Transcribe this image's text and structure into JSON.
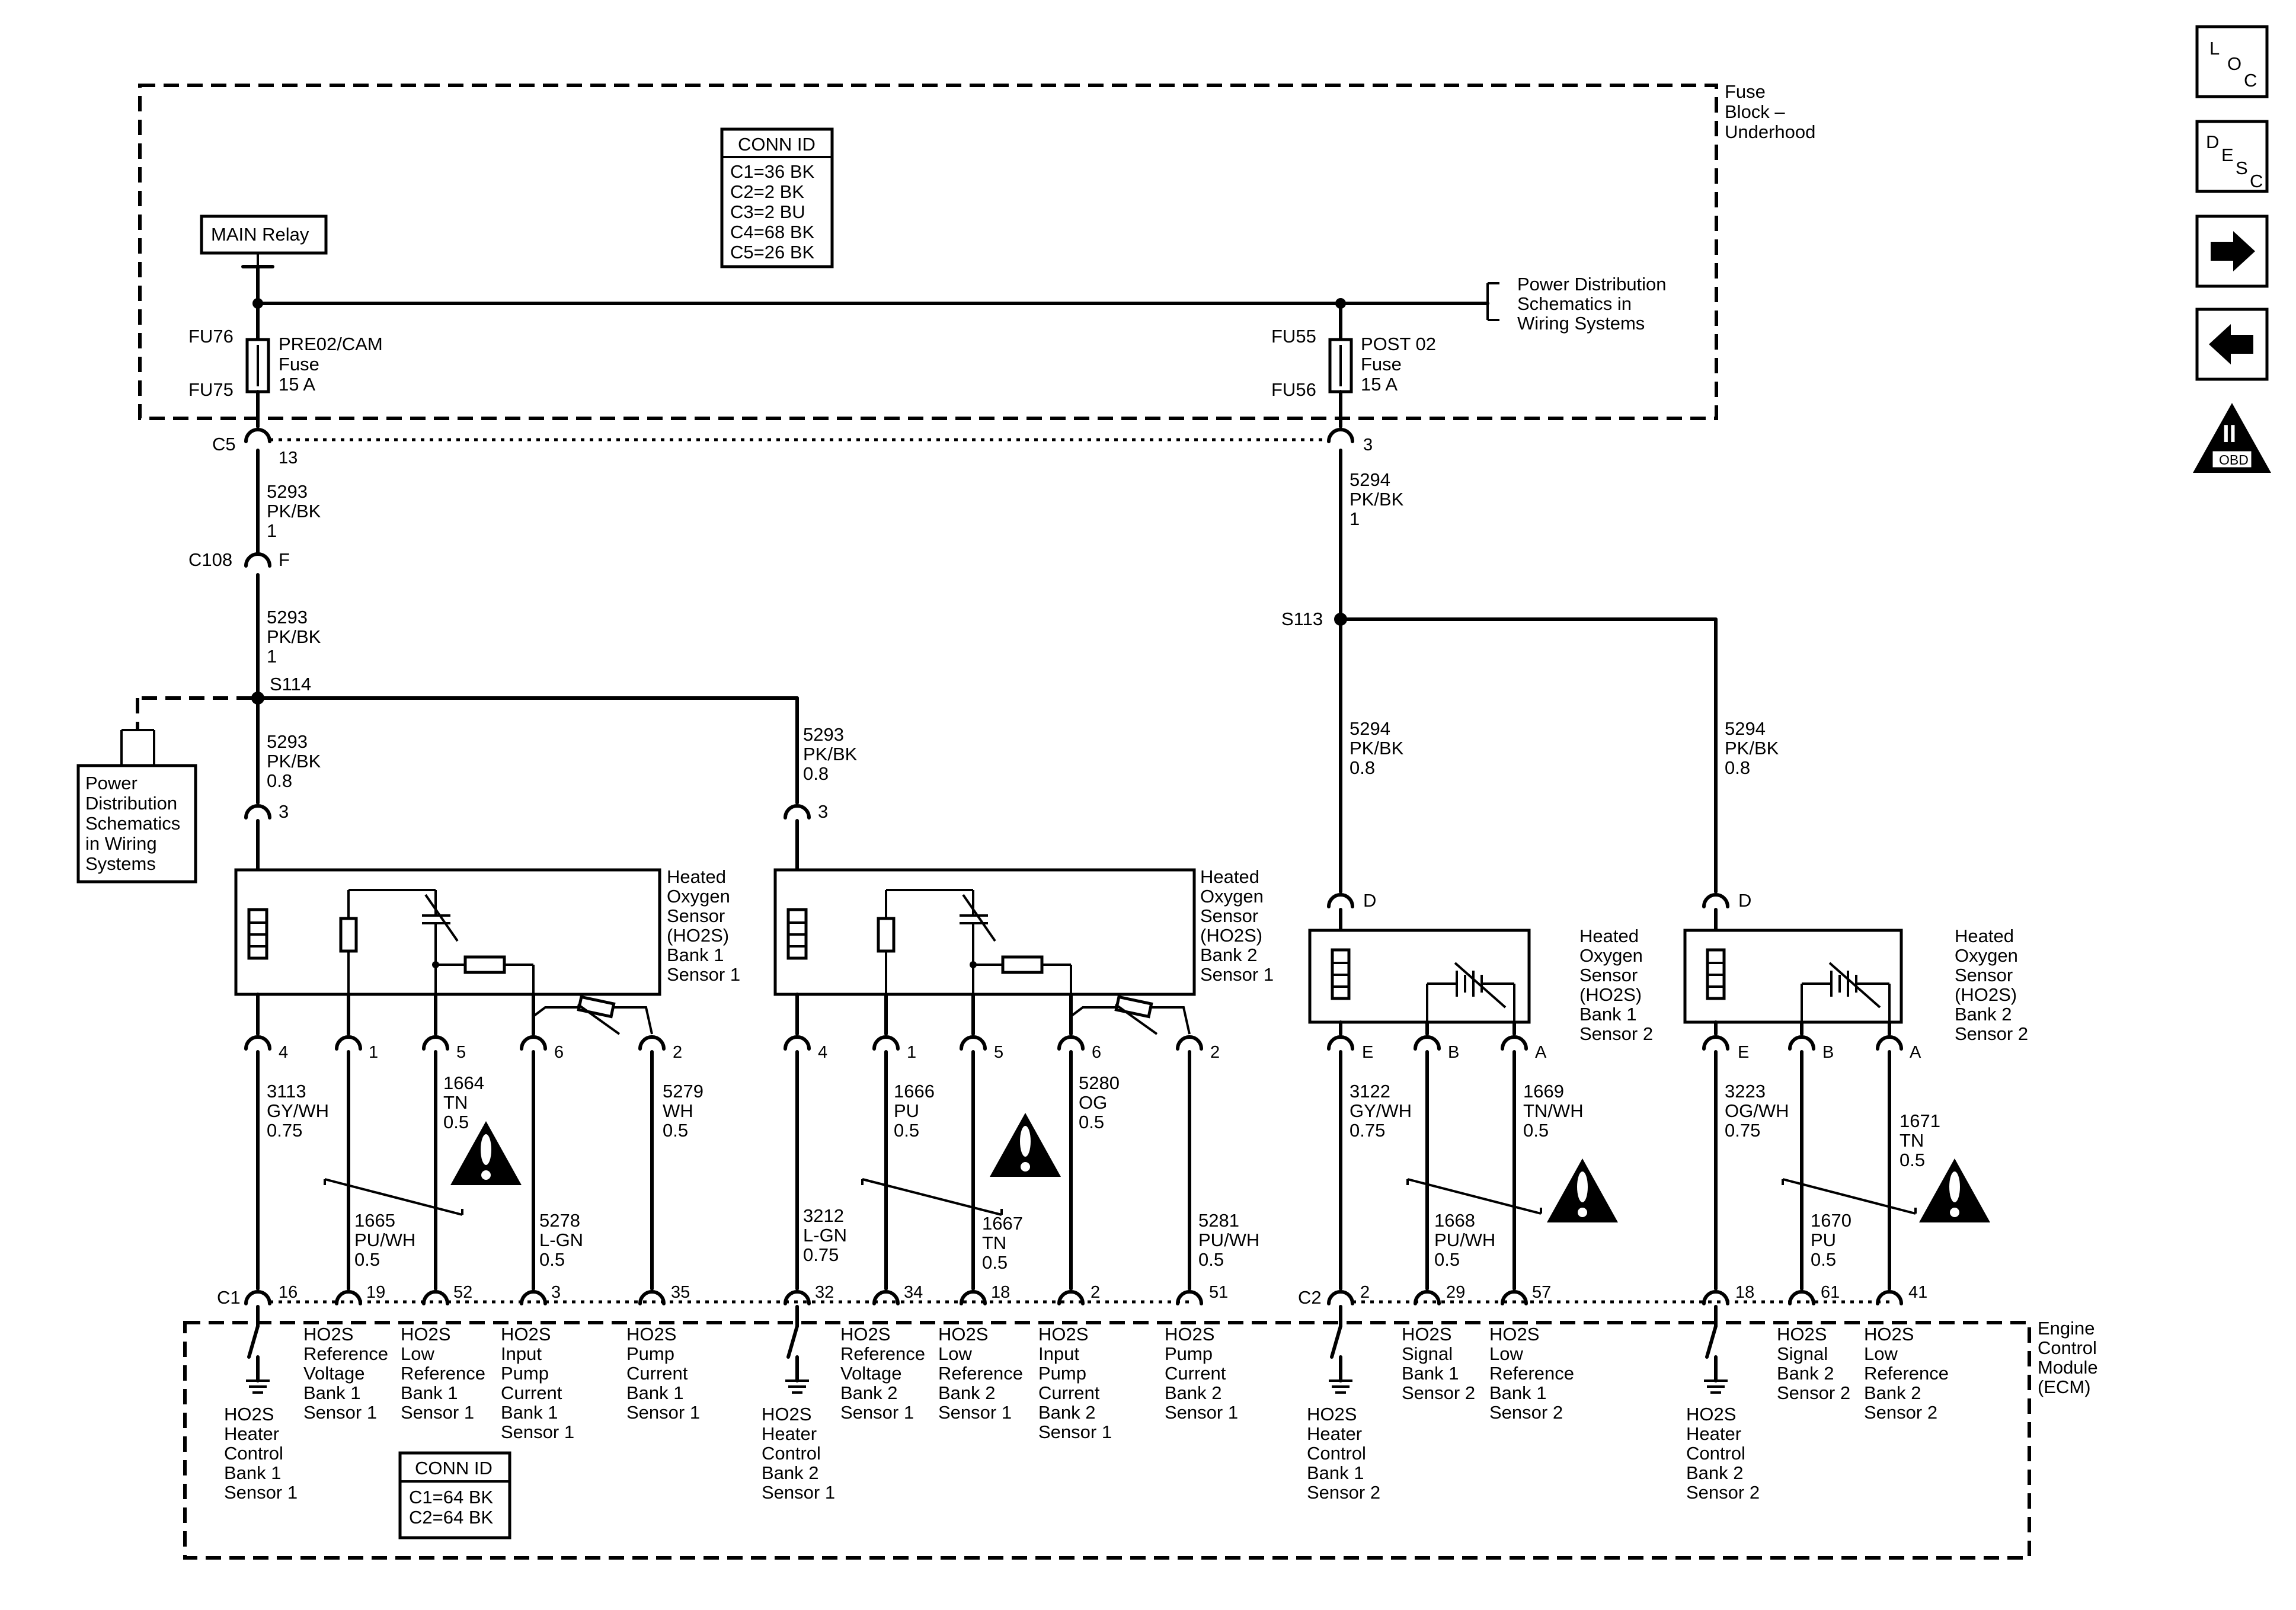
{
  "fuse_block": {
    "label_lines": [
      "Fuse",
      "Block –",
      "Underhood"
    ],
    "conn_title": "CONN ID",
    "conn_lines": [
      "C1=36 BK",
      "C2=2 BK",
      "C3=2 BU",
      "C4=68 BK",
      "C5=26 BK"
    ],
    "main_relay": "MAIN Relay",
    "fuse_left": {
      "ref_top": "FU76",
      "ref_bottom": "FU75",
      "lines": [
        "PRE02/CAM",
        "Fuse",
        "15 A"
      ]
    },
    "fuse_right": {
      "ref_top": "FU55",
      "ref_bottom": "FU56",
      "lines": [
        "POST 02",
        "Fuse",
        "15 A"
      ]
    },
    "pds_ref": [
      "Power Distribution",
      "Schematics in",
      "Wiring Systems"
    ]
  },
  "connectors": {
    "c5": "C5",
    "c5_left_pin": "13",
    "c5_right_pin": "3",
    "c108": "C108",
    "c108_pin": "F",
    "s114": "S114",
    "s113": "S113"
  },
  "wires_upper": {
    "left_1": [
      "5293",
      "PK/BK",
      "1"
    ],
    "left_2": [
      "5293",
      "PK/BK",
      "1"
    ],
    "left_3": [
      "5293",
      "PK/BK",
      "0.8"
    ],
    "mid_1": [
      "5293",
      "PK/BK",
      "0.8"
    ],
    "right_1": [
      "5294",
      "PK/BK",
      "1"
    ],
    "right_2": [
      "5294",
      "PK/BK",
      "0.8"
    ],
    "right_3": [
      "5294",
      "PK/BK",
      "0.8"
    ]
  },
  "pds_box_left": [
    "Power",
    "Distribution",
    "Schematics",
    "in Wiring",
    "Systems"
  ],
  "sensors": [
    {
      "label": [
        "Heated",
        "Oxygen",
        "Sensor",
        "(HO2S)",
        "Bank 1",
        "Sensor 1"
      ],
      "top_pin": "3",
      "pins": [
        "4",
        "1",
        "5",
        "6",
        "2"
      ]
    },
    {
      "label": [
        "Heated",
        "Oxygen",
        "Sensor",
        "(HO2S)",
        "Bank 2",
        "Sensor 1"
      ],
      "top_pin": "3",
      "pins": [
        "4",
        "1",
        "5",
        "6",
        "2"
      ]
    },
    {
      "label": [
        "Heated",
        "Oxygen",
        "Sensor",
        "(HO2S)",
        "Bank 1",
        "Sensor 2"
      ],
      "top_pin": "D",
      "pins": [
        "E",
        "B",
        "A"
      ]
    },
    {
      "label": [
        "Heated",
        "Oxygen",
        "Sensor",
        "(HO2S)",
        "Bank 2",
        "Sensor 2"
      ],
      "top_pin": "D",
      "pins": [
        "E",
        "B",
        "A"
      ]
    }
  ],
  "wires_lower": {
    "w3113": [
      "3113",
      "GY/WH",
      "0.75"
    ],
    "w1664": [
      "1664",
      "TN",
      "0.5"
    ],
    "w1665": [
      "1665",
      "PU/WH",
      "0.5"
    ],
    "w5278": [
      "5278",
      "L-GN",
      "0.5"
    ],
    "w5279": [
      "5279",
      "WH",
      "0.5"
    ],
    "w3212": [
      "3212",
      "L-GN",
      "0.75"
    ],
    "w1666": [
      "1666",
      "PU",
      "0.5"
    ],
    "w1667": [
      "1667",
      "TN",
      "0.5"
    ],
    "w5280": [
      "5280",
      "OG",
      "0.5"
    ],
    "w5281": [
      "5281",
      "PU/WH",
      "0.5"
    ],
    "w3122": [
      "3122",
      "GY/WH",
      "0.75"
    ],
    "w1668": [
      "1668",
      "PU/WH",
      "0.5"
    ],
    "w1669": [
      "1669",
      "TN/WH",
      "0.5"
    ],
    "w3223": [
      "3223",
      "OG/WH",
      "0.75"
    ],
    "w1670": [
      "1670",
      "PU",
      "0.5"
    ],
    "w1671": [
      "1671",
      "TN",
      "0.5"
    ]
  },
  "ecm": {
    "label": [
      "Engine",
      "Control",
      "Module",
      "(ECM)"
    ],
    "c1": "C1",
    "c2": "C2",
    "conn_title": "CONN ID",
    "conn_lines": [
      "C1=64 BK",
      "C2=64 BK"
    ],
    "pins": [
      "16",
      "19",
      "52",
      "3",
      "35",
      "32",
      "34",
      "18",
      "2",
      "51",
      "2",
      "29",
      "57",
      "18",
      "61",
      "41"
    ],
    "functions": {
      "heater_b1s1": [
        "HO2S",
        "Heater",
        "Control",
        "Bank 1",
        "Sensor 1"
      ],
      "ref_b1s1": [
        "HO2S",
        "Reference",
        "Voltage",
        "Bank 1",
        "Sensor 1"
      ],
      "lowref_b1s1": [
        "HO2S",
        "Low",
        "Reference",
        "Bank 1",
        "Sensor 1"
      ],
      "input_b1s1": [
        "HO2S",
        "Input",
        "Pump",
        "Current",
        "Bank 1",
        "Sensor 1"
      ],
      "pump_b1s1": [
        "HO2S",
        "Pump",
        "Current",
        "Bank 1",
        "Sensor 1"
      ],
      "heater_b2s1": [
        "HO2S",
        "Heater",
        "Control",
        "Bank 2",
        "Sensor 1"
      ],
      "ref_b2s1": [
        "HO2S",
        "Reference",
        "Voltage",
        "Bank 2",
        "Sensor 1"
      ],
      "lowref_b2s1": [
        "HO2S",
        "Low",
        "Reference",
        "Bank 2",
        "Sensor 1"
      ],
      "input_b2s1": [
        "HO2S",
        "Input",
        "Pump",
        "Current",
        "Bank 2",
        "Sensor 1"
      ],
      "pump_b2s1": [
        "HO2S",
        "Pump",
        "Current",
        "Bank 2",
        "Sensor 1"
      ],
      "heater_b1s2": [
        "HO2S",
        "Heater",
        "Control",
        "Bank 1",
        "Sensor 2"
      ],
      "signal_b1s2": [
        "HO2S",
        "Signal",
        "Bank 1",
        "Sensor 2"
      ],
      "lowref_b1s2": [
        "HO2S",
        "Low",
        "Reference",
        "Bank 1",
        "Sensor 2"
      ],
      "heater_b2s2": [
        "HO2S",
        "Heater",
        "Control",
        "Bank 2",
        "Sensor 2"
      ],
      "signal_b2s2": [
        "HO2S",
        "Signal",
        "Bank 2",
        "Sensor 2"
      ],
      "lowref_b2s2": [
        "HO2S",
        "Low",
        "Reference",
        "Bank 2",
        "Sensor 2"
      ]
    }
  },
  "side_nav": {
    "loc": [
      "L",
      "O",
      "C"
    ],
    "desc": [
      "D",
      "E",
      "S",
      "C"
    ],
    "obd_badge": "OBD II",
    "obd_numeral": "II",
    "next_icon": "arrow-right-icon",
    "prev_icon": "arrow-left-icon"
  }
}
